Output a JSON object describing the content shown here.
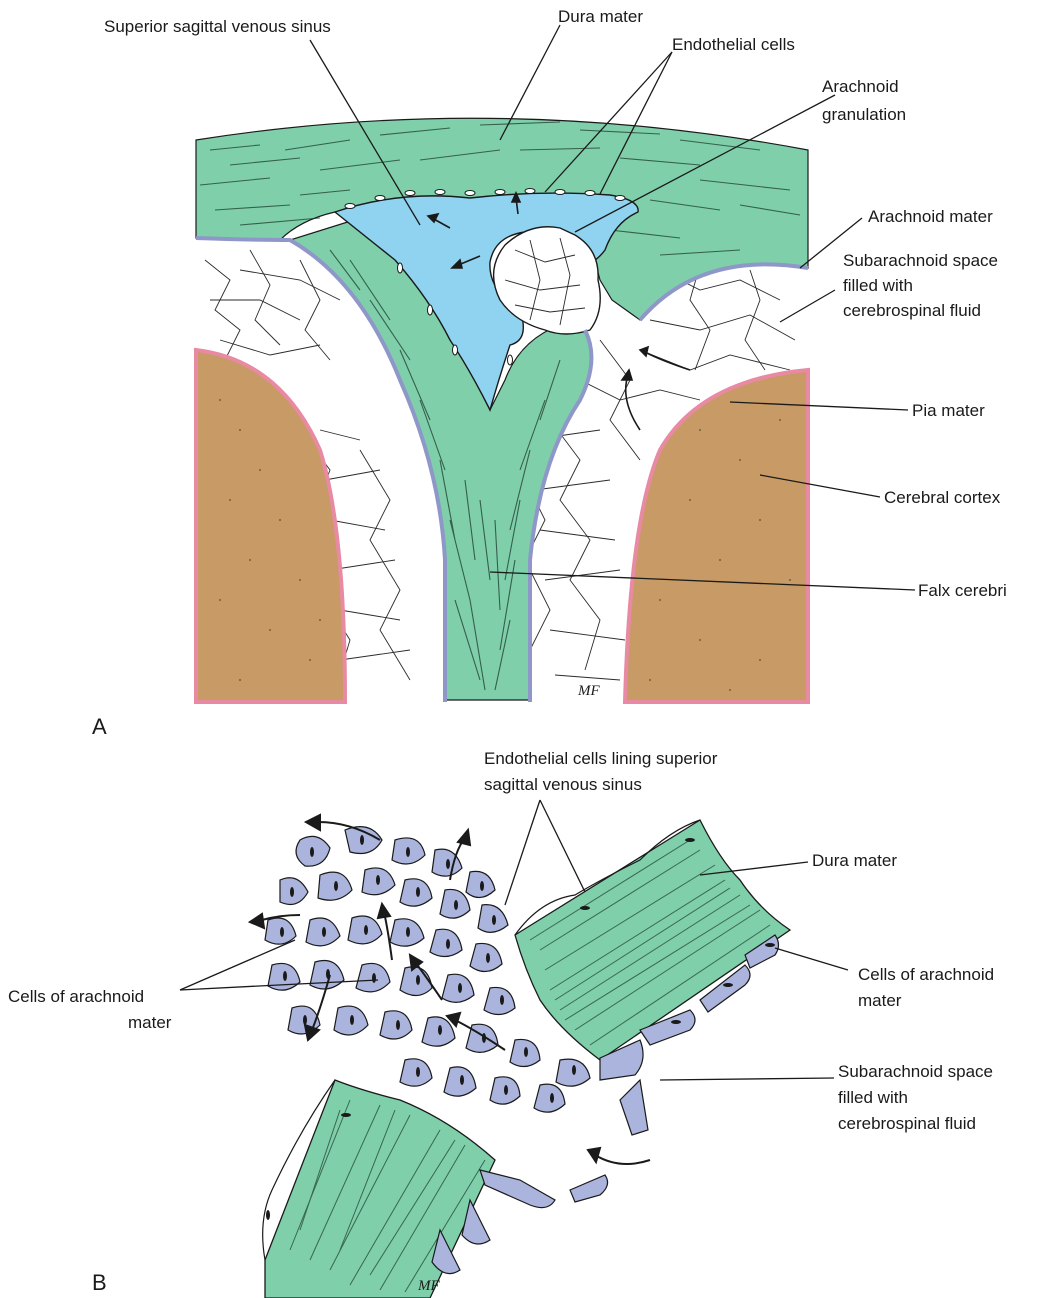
{
  "colors": {
    "dura": "#7ecfaa",
    "sinus": "#8fd3f0",
    "cortex": "#c79a66",
    "pia": "#e88aa2",
    "arachnoid_line": "#8f97c9",
    "arachnoid_cells": "#aab4dc",
    "outline": "#1a1a1a"
  },
  "panel_a": {
    "letter": "A",
    "signature": "MF",
    "labels": {
      "superior_sagittal_sinus": "Superior sagittal venous sinus",
      "dura_mater": "Dura mater",
      "endothelial_cells": "Endothelial cells",
      "arachnoid_granulation_1": "Arachnoid",
      "arachnoid_granulation_2": "granulation",
      "arachnoid_mater": "Arachnoid mater",
      "subarachnoid_1": "Subarachnoid space",
      "subarachnoid_2": "filled with",
      "subarachnoid_3": "cerebrospinal fluid",
      "pia_mater": "Pia mater",
      "cerebral_cortex": "Cerebral cortex",
      "falx_cerebri": "Falx cerebri"
    }
  },
  "panel_b": {
    "letter": "B",
    "signature": "MF",
    "labels": {
      "endothelial_lining_1": "Endothelial cells lining superior",
      "endothelial_lining_2": "sagittal venous sinus",
      "dura_mater": "Dura mater",
      "cells_arachnoid_left_1": "Cells of arachnoid",
      "cells_arachnoid_left_2": "mater",
      "cells_arachnoid_right_1": "Cells of arachnoid",
      "cells_arachnoid_right_2": "mater",
      "subarachnoid_1": "Subarachnoid space",
      "subarachnoid_2": "filled with",
      "subarachnoid_3": "cerebrospinal fluid"
    }
  }
}
